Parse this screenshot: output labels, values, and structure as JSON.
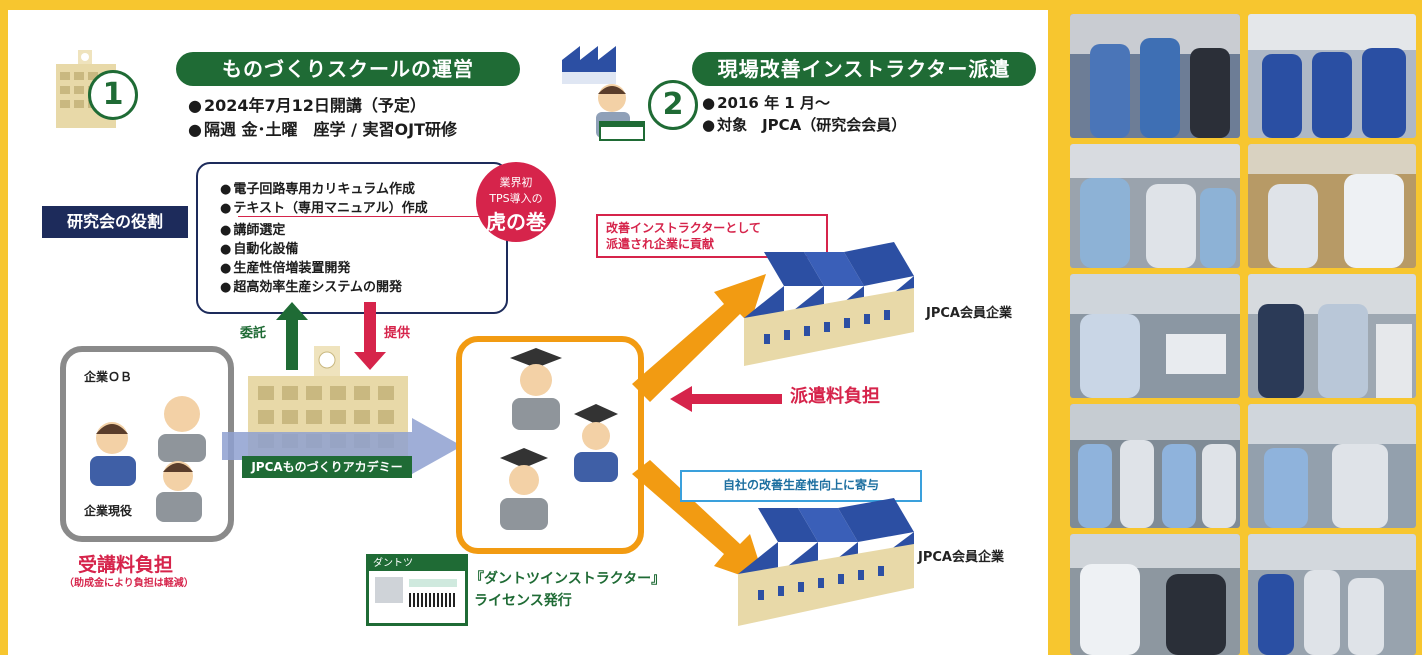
{
  "section1": {
    "number": "1",
    "title": "ものづくりスクールの運営",
    "bullets": [
      "2024年7月12日開講（予定）",
      "隔週 金･土曜　座学 / 実習OJT研修"
    ]
  },
  "section2": {
    "number": "2",
    "title": "現場改善インストラクター派遣",
    "bullets": [
      "2016 年 1 月〜",
      "対象　JPCA（研究会会員）"
    ]
  },
  "role": {
    "label": "研究会の役割",
    "items": [
      "電子回路専用カリキュラム作成",
      "テキスト（専用マニュアル）作成",
      "講師選定",
      "自動化設備",
      "生産性倍増装置開発",
      "超高効率生産システムの開発"
    ]
  },
  "badge": {
    "line1": "業界初",
    "line2": "TPS導入の",
    "line3": "虎の巻"
  },
  "arrows": {
    "up_label": "委託",
    "down_label": "提供"
  },
  "people": {
    "ob_label": "企業ＯＢ",
    "current_label": "企業現役"
  },
  "fee": {
    "title": "受講料負担",
    "note": "（助成金により負担は軽減）"
  },
  "academy": {
    "label": "JPCAものづくりアカデミー"
  },
  "instructor_note": {
    "line1": "改善インストラクターとして",
    "line2": "派遣され企業に貢献"
  },
  "company": {
    "label_top": "JPCA会員企業",
    "label_bottom": "JPCA会員企業"
  },
  "dispatch_fee": "派遣料負担",
  "contribution": "自社の改善生産性向上に寄与",
  "license": {
    "card_label": "ダントツ",
    "line1": "『ダントツインストラクター』",
    "line2": "ライセンス発行"
  },
  "card_small": "ダントツ",
  "colors": {
    "green": "#1f6b35",
    "navy": "#1d2b5b",
    "red": "#d6244b",
    "orange": "#f29b12",
    "yellow": "#f7c62f"
  }
}
